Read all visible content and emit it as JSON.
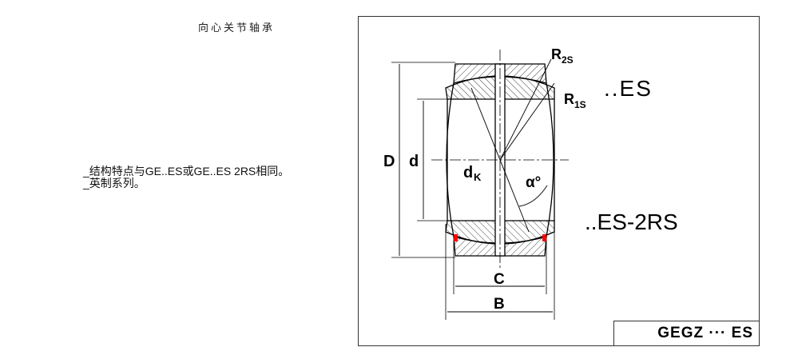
{
  "title": "向心关节轴承",
  "description": [
    "_结构特点与GE..ES或GE..ES 2RS相同。",
    "_英制系列。"
  ],
  "drawing": {
    "labels": {
      "D": "D",
      "d": "d",
      "dk": "d",
      "dk_sub": "K",
      "alpha": "α°",
      "R2s": "R",
      "R2s_sub": "2S",
      "R1s": "R",
      "R1s_sub": "1S",
      "C": "C",
      "B": "B"
    },
    "variants": [
      "..ES",
      "..ES-2RS"
    ],
    "seal_color": "#ff0000"
  },
  "model_code": "GEGZ ··· ES"
}
